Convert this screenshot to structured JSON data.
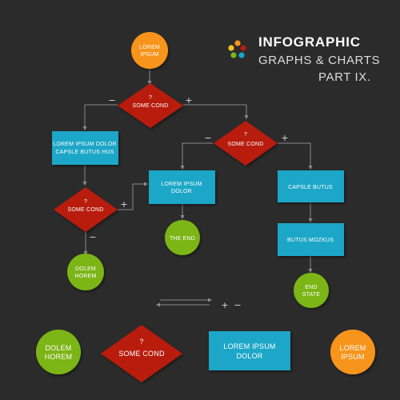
{
  "title": {
    "main": "INFOGRAPHIC",
    "line2": "GRAPHS & CHARTS",
    "line3": "PART IX."
  },
  "colors": {
    "orange": "#f7941d",
    "red": "#b81c10",
    "blue": "#1aa6c7",
    "green": "#7cb518",
    "logo_dots": [
      "#f7941d",
      "#b81c10",
      "#1aa6c7",
      "#7cb518",
      "#f7c21d"
    ]
  },
  "nodes": {
    "start": [
      "LOREM",
      "IPSUM"
    ],
    "cond1": [
      "?",
      "SOME COND"
    ],
    "box_left": [
      "LOREM IPSUM DOLOR",
      "CAPSLE BUTUS HUS"
    ],
    "cond2": [
      "?",
      "SOME COND"
    ],
    "end_left": [
      "DOLEM",
      "HOREM"
    ],
    "box_mid": [
      "LOREM IPSUM",
      "DOLOR"
    ],
    "the_end": [
      "THE END"
    ],
    "cond3": [
      "?",
      "SOME COND"
    ],
    "box_right1": [
      "CAPSLE BUTUS"
    ],
    "box_right2": [
      "BUTUS MOZKUS"
    ],
    "end_right": [
      "END",
      "STATE"
    ]
  },
  "signs": {
    "minus": "−",
    "plus": "+"
  },
  "legend": {
    "circle_green": [
      "DOLEM",
      "HOREM"
    ],
    "diamond": [
      "?",
      "SOME COND"
    ],
    "box": [
      "LOREM IPSUM",
      "DOLOR"
    ],
    "circle_orange": [
      "LOREM",
      "IPSUM"
    ],
    "plus": "+",
    "minus": "−"
  }
}
